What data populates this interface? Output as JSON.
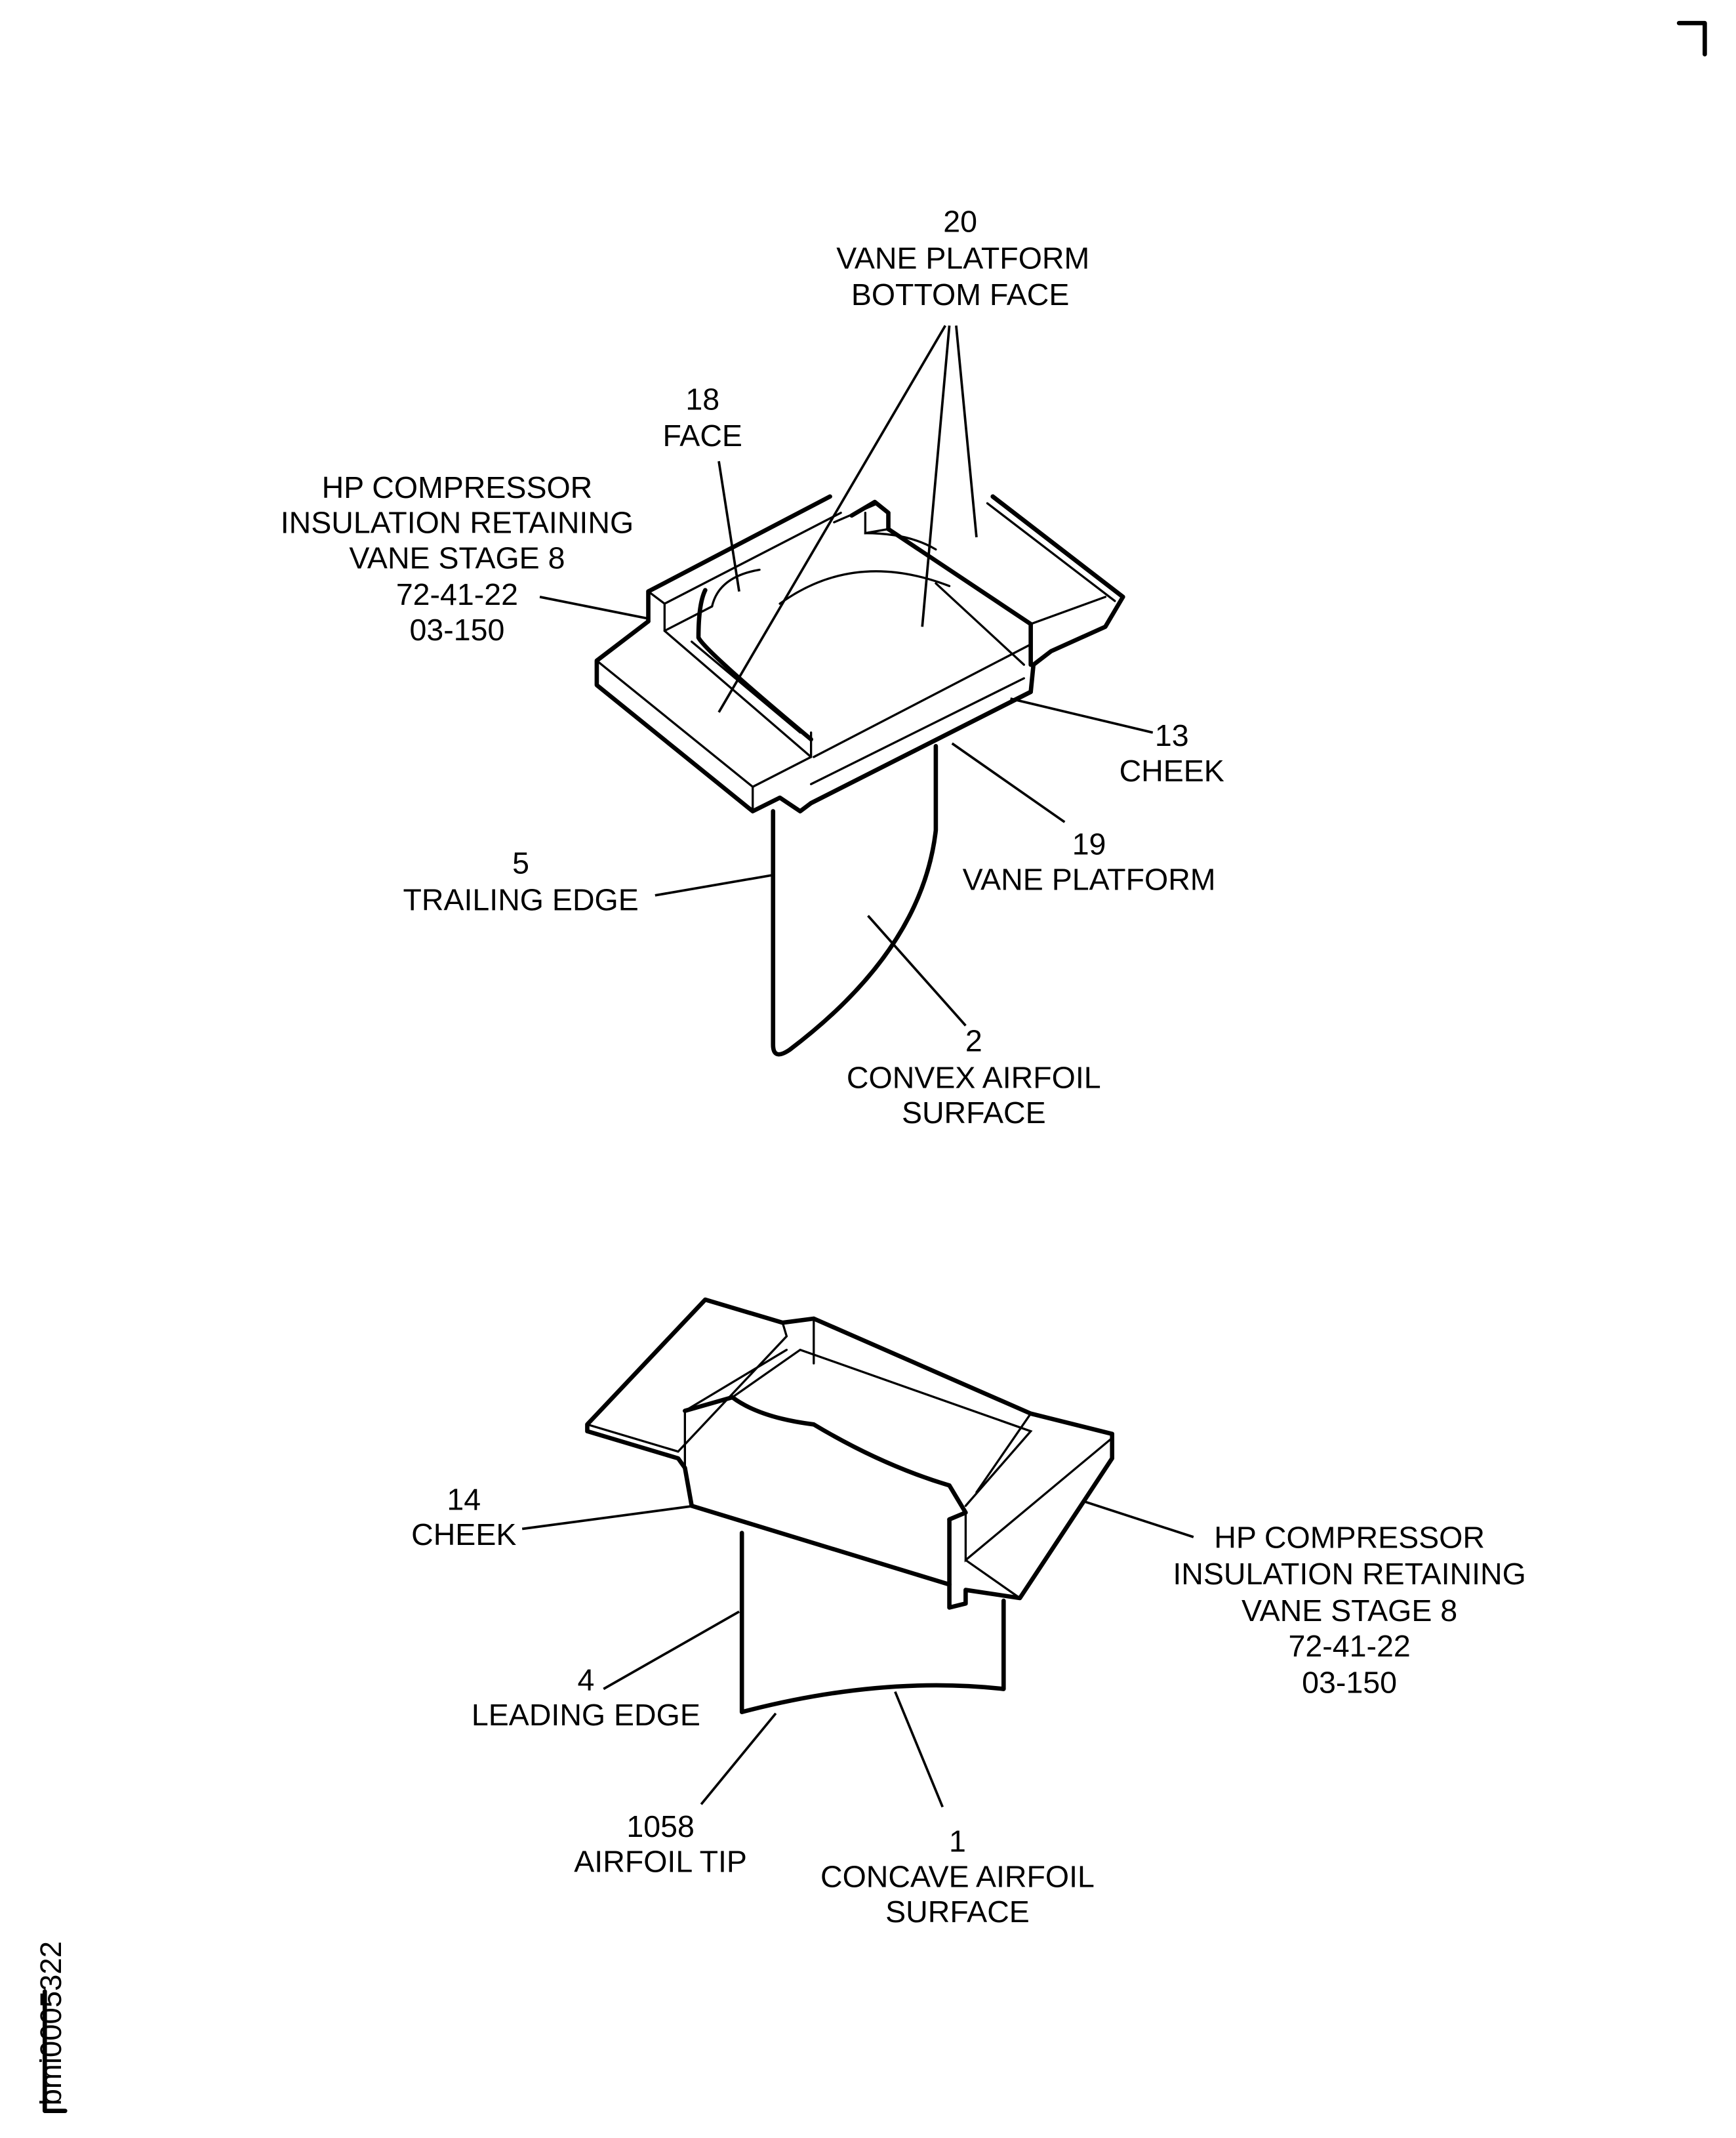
{
  "figure_id": "bmi0005322",
  "top_view": {
    "labels": {
      "vane_platform_bottom_face": [
        "20",
        "VANE PLATFORM",
        "BOTTOM FACE"
      ],
      "face": [
        "18",
        "FACE"
      ],
      "part_ref": [
        "HP COMPRESSOR",
        "INSULATION RETAINING",
        "VANE STAGE 8",
        "72-41-22",
        "03-150"
      ],
      "cheek": [
        "13",
        "CHEEK"
      ],
      "vane_platform": [
        "19",
        "VANE PLATFORM"
      ],
      "trailing_edge": [
        "5",
        "TRAILING EDGE"
      ],
      "convex_airfoil_surface": [
        "2",
        "CONVEX AIRFOIL",
        "SURFACE"
      ]
    }
  },
  "bottom_view": {
    "labels": {
      "cheek": [
        "14",
        "CHEEK"
      ],
      "part_ref": [
        "HP COMPRESSOR",
        "INSULATION RETAINING",
        "VANE STAGE 8",
        "72-41-22",
        "03-150"
      ],
      "leading_edge": [
        "4",
        "LEADING EDGE"
      ],
      "airfoil_tip": [
        "1058",
        "AIRFOIL TIP"
      ],
      "concave_airfoil_surface": [
        "1",
        "CONCAVE AIRFOIL",
        "SURFACE"
      ]
    }
  }
}
